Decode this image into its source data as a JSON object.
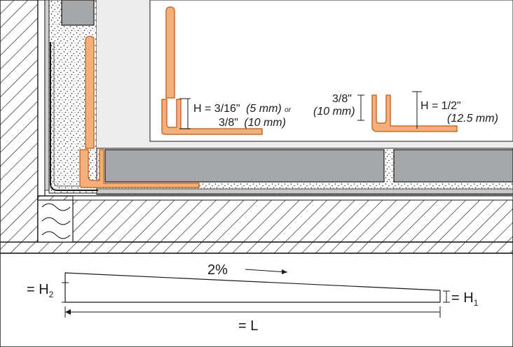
{
  "callouts": {
    "corner_profile": {
      "h_value": "H = 3/16\"",
      "h_metric": "(5 mm)",
      "conj": "or",
      "alt_value": "3/8\"",
      "alt_metric": "(10 mm)"
    },
    "channel_profile": {
      "width_value": "3/8\"",
      "width_metric": "(10 mm)",
      "h_value": "H = 1/2\"",
      "h_metric": "(12.5 mm)"
    }
  },
  "slope": {
    "percent": "2%",
    "h2_label": "= H",
    "h2_sub": "2",
    "h1_label": "= H",
    "h1_sub": "1",
    "length_label": "= L"
  },
  "colors": {
    "profile_fill": "#f4b07c",
    "profile_stroke": "#c86d2a",
    "tile": "#a6a7a9",
    "background_panel": "#ededee",
    "line": "#1a1a1a"
  }
}
